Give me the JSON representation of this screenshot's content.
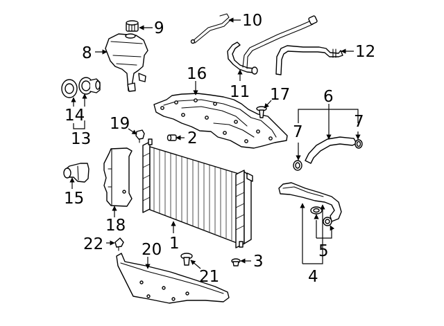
{
  "diagram": {
    "callouts": [
      {
        "id": "c1",
        "text": "1"
      },
      {
        "id": "c2",
        "text": "2"
      },
      {
        "id": "c3",
        "text": "3"
      },
      {
        "id": "c4",
        "text": "4"
      },
      {
        "id": "c5",
        "text": "5"
      },
      {
        "id": "c6",
        "text": "6"
      },
      {
        "id": "c7a",
        "text": "7"
      },
      {
        "id": "c7b",
        "text": "7"
      },
      {
        "id": "c8",
        "text": "8"
      },
      {
        "id": "c9",
        "text": "9"
      },
      {
        "id": "c10",
        "text": "10"
      },
      {
        "id": "c11",
        "text": "11"
      },
      {
        "id": "c12",
        "text": "12"
      },
      {
        "id": "c13",
        "text": "13"
      },
      {
        "id": "c14",
        "text": "14"
      },
      {
        "id": "c15",
        "text": "15"
      },
      {
        "id": "c16",
        "text": "16"
      },
      {
        "id": "c17",
        "text": "17"
      },
      {
        "id": "c18",
        "text": "18"
      },
      {
        "id": "c19",
        "text": "19"
      },
      {
        "id": "c20",
        "text": "20"
      },
      {
        "id": "c21",
        "text": "21"
      },
      {
        "id": "c22",
        "text": "22"
      }
    ]
  }
}
